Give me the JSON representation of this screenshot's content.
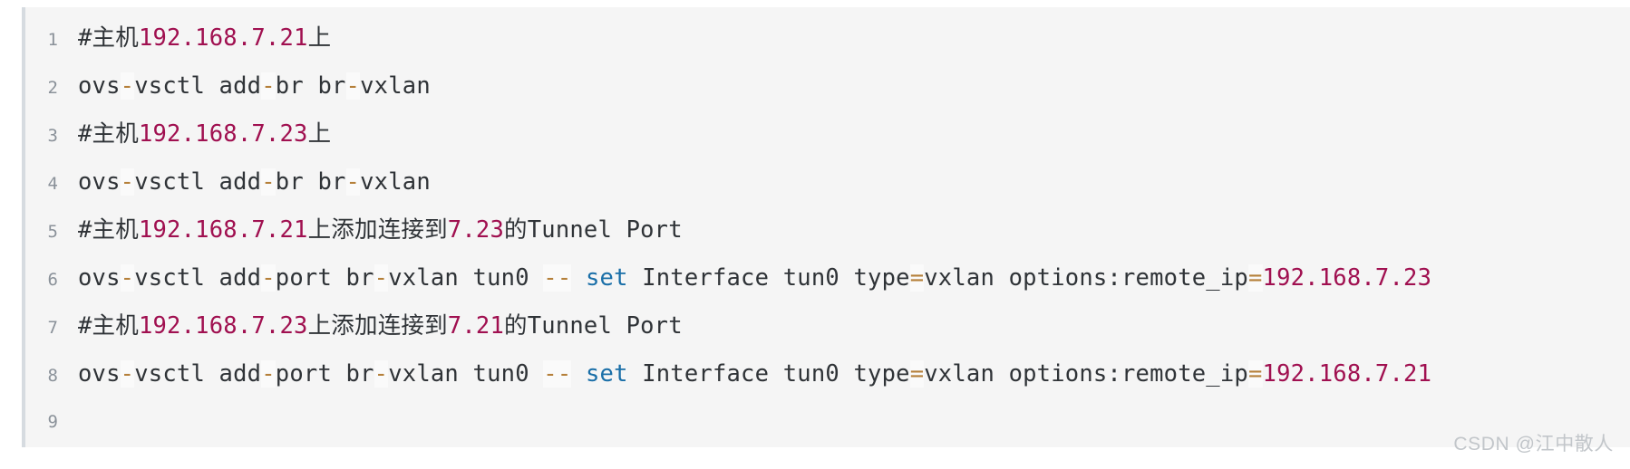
{
  "code_block": {
    "background_color": "#f5f5f5",
    "left_border_color": "#d6dbe0",
    "language": "shell",
    "line_number_color": "#8a9199",
    "token_colors": {
      "number": "#a01050",
      "operator": "#b5803a",
      "keyword": "#1a6fa8",
      "plain": "#2f3337"
    },
    "lines": [
      {
        "number": "1",
        "plain_text": "#主机192.168.7.21上",
        "tokens": [
          {
            "t": "#主机",
            "k": "plain"
          },
          {
            "t": "192.168.7.21",
            "k": "num"
          },
          {
            "t": "上",
            "k": "plain"
          }
        ]
      },
      {
        "number": "2",
        "plain_text": "ovs-vsctl add-br br-vxlan",
        "tokens": [
          {
            "t": "ovs",
            "k": "plain"
          },
          {
            "t": "-",
            "k": "op"
          },
          {
            "t": "vsctl add",
            "k": "plain"
          },
          {
            "t": "-",
            "k": "op"
          },
          {
            "t": "br br",
            "k": "plain"
          },
          {
            "t": "-",
            "k": "op"
          },
          {
            "t": "vxlan",
            "k": "plain"
          }
        ]
      },
      {
        "number": "3",
        "plain_text": "#主机192.168.7.23上",
        "tokens": [
          {
            "t": "#主机",
            "k": "plain"
          },
          {
            "t": "192.168.7.23",
            "k": "num"
          },
          {
            "t": "上",
            "k": "plain"
          }
        ]
      },
      {
        "number": "4",
        "plain_text": "ovs-vsctl add-br br-vxlan",
        "tokens": [
          {
            "t": "ovs",
            "k": "plain"
          },
          {
            "t": "-",
            "k": "op"
          },
          {
            "t": "vsctl add",
            "k": "plain"
          },
          {
            "t": "-",
            "k": "op"
          },
          {
            "t": "br br",
            "k": "plain"
          },
          {
            "t": "-",
            "k": "op"
          },
          {
            "t": "vxlan",
            "k": "plain"
          }
        ]
      },
      {
        "number": "5",
        "plain_text": "#主机192.168.7.21上添加连接到7.23的Tunnel Port",
        "tokens": [
          {
            "t": "#主机",
            "k": "plain"
          },
          {
            "t": "192.168.7.21",
            "k": "num"
          },
          {
            "t": "上添加连接到",
            "k": "plain"
          },
          {
            "t": "7.23",
            "k": "num"
          },
          {
            "t": "的Tunnel Port",
            "k": "plain"
          }
        ]
      },
      {
        "number": "6",
        "plain_text": "ovs-vsctl add-port br-vxlan tun0 -- set Interface tun0 type=vxlan options:remote_ip=192.168.7.23",
        "tokens": [
          {
            "t": "ovs",
            "k": "plain"
          },
          {
            "t": "-",
            "k": "op"
          },
          {
            "t": "vsctl add",
            "k": "plain"
          },
          {
            "t": "-",
            "k": "op"
          },
          {
            "t": "port br",
            "k": "plain"
          },
          {
            "t": "-",
            "k": "op"
          },
          {
            "t": "vxlan tun0 ",
            "k": "plain"
          },
          {
            "t": "--",
            "k": "op"
          },
          {
            "t": " ",
            "k": "plain"
          },
          {
            "t": "set",
            "k": "kw"
          },
          {
            "t": " Interface tun0 type",
            "k": "plain"
          },
          {
            "t": "=",
            "k": "op"
          },
          {
            "t": "vxlan options:remote_ip",
            "k": "plain"
          },
          {
            "t": "=",
            "k": "op"
          },
          {
            "t": "192.168.7.23",
            "k": "num"
          }
        ]
      },
      {
        "number": "7",
        "plain_text": "#主机192.168.7.23上添加连接到7.21的Tunnel Port",
        "tokens": [
          {
            "t": "#主机",
            "k": "plain"
          },
          {
            "t": "192.168.7.23",
            "k": "num"
          },
          {
            "t": "上添加连接到",
            "k": "plain"
          },
          {
            "t": "7.21",
            "k": "num"
          },
          {
            "t": "的Tunnel Port",
            "k": "plain"
          }
        ]
      },
      {
        "number": "8",
        "plain_text": "ovs-vsctl add-port br-vxlan tun0 -- set Interface tun0 type=vxlan options:remote_ip=192.168.7.21",
        "tokens": [
          {
            "t": "ovs",
            "k": "plain"
          },
          {
            "t": "-",
            "k": "op"
          },
          {
            "t": "vsctl add",
            "k": "plain"
          },
          {
            "t": "-",
            "k": "op"
          },
          {
            "t": "port br",
            "k": "plain"
          },
          {
            "t": "-",
            "k": "op"
          },
          {
            "t": "vxlan tun0 ",
            "k": "plain"
          },
          {
            "t": "--",
            "k": "op"
          },
          {
            "t": " ",
            "k": "plain"
          },
          {
            "t": "set",
            "k": "kw"
          },
          {
            "t": " Interface tun0 type",
            "k": "plain"
          },
          {
            "t": "=",
            "k": "op"
          },
          {
            "t": "vxlan options:remote_ip",
            "k": "plain"
          },
          {
            "t": "=",
            "k": "op"
          },
          {
            "t": "192.168.7.21",
            "k": "num"
          }
        ]
      },
      {
        "number": "9",
        "plain_text": "",
        "tokens": []
      }
    ]
  },
  "watermark": {
    "text": "CSDN @江中散人",
    "color": "#c2c6ca"
  }
}
